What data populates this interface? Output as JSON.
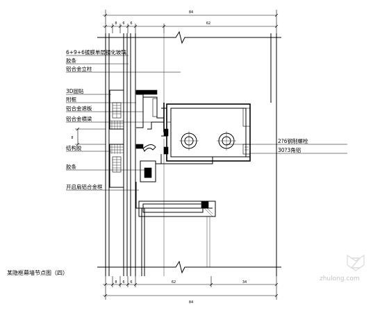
{
  "labels_left": [
    "6+9+6镀膜单层钢化玻璃",
    "胶条",
    "铝合金立柱",
    "3D固贴",
    "附框",
    "铝合金遮板",
    "铝合金横梁",
    "结构胶",
    "胶条",
    "开启扇铝合金框"
  ],
  "labels_right": [
    "2?6钢制螺栓",
    "30?3角铝"
  ],
  "dimensions": {
    "top_total": "84",
    "top_segments": [
      "8",
      "6",
      "6"
    ],
    "top_main": "62",
    "left_side": "8",
    "bottom_total": "84",
    "bottom_segments": [
      "8",
      "6",
      "6"
    ],
    "bottom_mid_a": "62",
    "bottom_mid_b": "34"
  },
  "caption": "某隐框幕墙节点图（四）",
  "watermark": "zhulong.com"
}
